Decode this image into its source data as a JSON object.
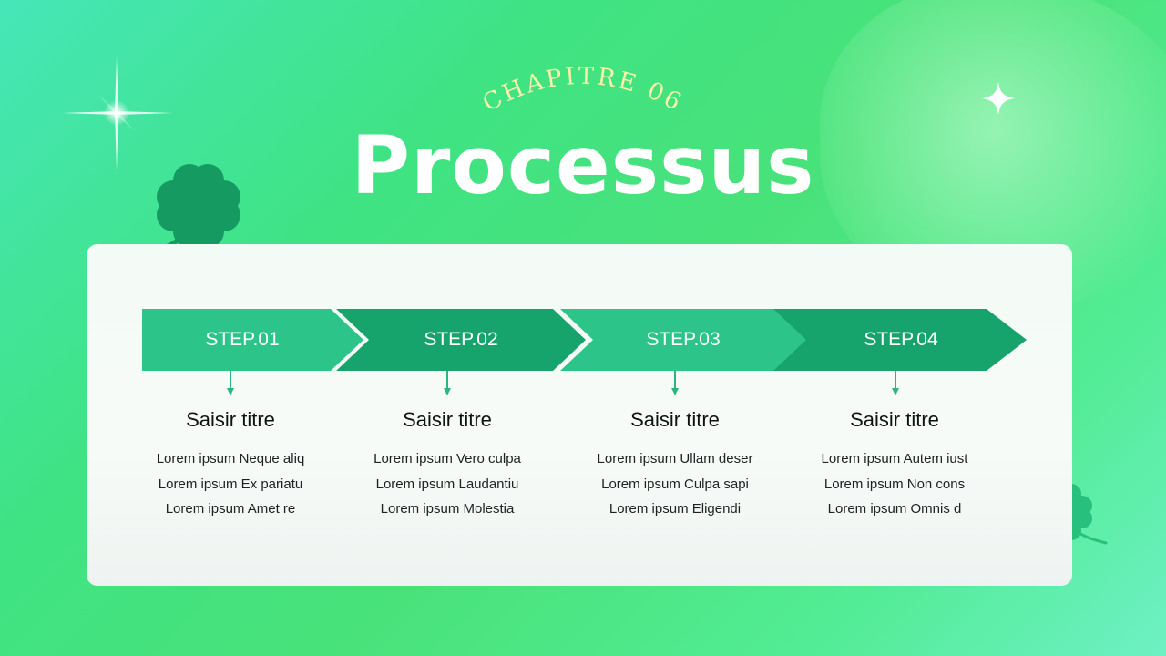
{
  "header": {
    "chapter": "CHAPITRE 06",
    "title": "Processus"
  },
  "colors": {
    "step_light": "#2cc489",
    "step_dark": "#16a36c",
    "clover": "#159a62",
    "arc_text": "#f4f3a8"
  },
  "icons": [
    "sparkle-icon",
    "clover-icon"
  ],
  "steps": [
    {
      "label": "STEP.01",
      "title": "Saisir titre",
      "lines": [
        "Lorem ipsum Neque aliq",
        "Lorem ipsum Ex pariatu",
        "Lorem ipsum Amet re"
      ]
    },
    {
      "label": "STEP.02",
      "title": "Saisir titre",
      "lines": [
        "Lorem ipsum Vero culpa",
        "Lorem ipsum Laudantiu",
        "Lorem ipsum Molestia"
      ]
    },
    {
      "label": "STEP.03",
      "title": "Saisir titre",
      "lines": [
        "Lorem ipsum Ullam deser",
        "Lorem ipsum Culpa sapi",
        "Lorem ipsum Eligendi"
      ]
    },
    {
      "label": "STEP.04",
      "title": "Saisir titre",
      "lines": [
        "Lorem ipsum Autem iust",
        "Lorem ipsum Non cons",
        "Lorem ipsum Omnis d"
      ]
    }
  ]
}
